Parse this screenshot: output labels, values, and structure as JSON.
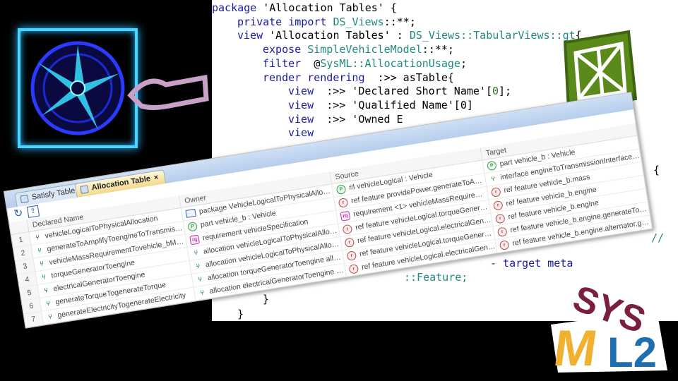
{
  "code": {
    "lines": [
      {
        "indent": 0,
        "parts": [
          [
            "kw",
            "package "
          ],
          [
            "",
            "'Allocation Tables' {"
          ]
        ]
      },
      {
        "indent": 1,
        "parts": [
          [
            "kw",
            "private import "
          ],
          [
            "ty",
            "DS_Views"
          ],
          [
            "",
            "::**;"
          ]
        ]
      },
      {
        "indent": 1,
        "parts": [
          [
            "kw",
            "view "
          ],
          [
            "",
            "'Allocation Tables' : "
          ],
          [
            "ty",
            "DS_Views::TabularViews::gt"
          ],
          [
            "",
            "{"
          ]
        ]
      },
      {
        "indent": 2,
        "parts": [
          [
            "kw",
            "expose "
          ],
          [
            "ty",
            "SimpleVehicleModel"
          ],
          [
            "",
            "::**;"
          ]
        ]
      },
      {
        "indent": 2,
        "parts": [
          [
            "kw",
            "filter  "
          ],
          [
            "",
            "@"
          ],
          [
            "ty",
            "SysML::AllocationUsage"
          ],
          [
            "",
            ";"
          ]
        ]
      },
      {
        "indent": 2,
        "parts": [
          [
            "kw",
            "render rendering  "
          ],
          [
            "",
            ":>> asTable{"
          ]
        ]
      },
      {
        "indent": 3,
        "parts": [
          [
            "kw",
            "view  "
          ],
          [
            "",
            ":>> 'Declared Short Name'["
          ],
          [
            "nm",
            "0"
          ],
          [
            "",
            "];"
          ]
        ]
      },
      {
        "indent": 3,
        "parts": [
          [
            "kw",
            "view  "
          ],
          [
            "",
            ":>> 'Qualified Name'[0]"
          ]
        ]
      },
      {
        "indent": 3,
        "parts": [
          [
            "kw",
            "view  "
          ],
          [
            "",
            ":>> 'Owned E"
          ]
        ]
      },
      {
        "indent": 3,
        "parts": [
          [
            "kw",
            "view"
          ]
        ]
      }
    ],
    "fragments": {
      "brace1": "{",
      "target_meta": "- target meta",
      "feature": "::Feature;",
      "comment": "//",
      "close_inner": "}",
      "close_outer": "}"
    }
  },
  "table": {
    "tabs": [
      {
        "label": "Satisfy Table",
        "active": false
      },
      {
        "label": "Allocation Table",
        "active": true,
        "close": "×"
      }
    ],
    "toolbar": {
      "refresh": "↻",
      "export": "⇪"
    },
    "columns": [
      "",
      "Declared Name",
      "Owner",
      "Source",
      "Target"
    ],
    "rows": [
      {
        "n": "1",
        "name": "vehicleLogicalToPhysicalAllocation",
        "owner": [
          "pkg",
          "package VehicleLogicalToPhysicalAllocation"
        ],
        "source": [
          "part",
          "#l vehicleLogical : Vehicle"
        ],
        "target": [
          "part",
          "part vehicle_b : Vehicle"
        ]
      },
      {
        "n": "2",
        "name": "generateToAmplifyToengineToTransmissionI...",
        "owner": [
          "part",
          "part vehicle_b : Vehicle"
        ],
        "source": [
          "ref",
          "ref feature providePower.generateToAmplify"
        ],
        "target": [
          "alloc",
          "interface engineToTransmissionInterface : E..."
        ]
      },
      {
        "n": "3",
        "name": "vehicleMassRequirementTovehicle_bMass",
        "owner": [
          "req",
          "requirement vehicleSpecification"
        ],
        "source": [
          "req",
          "requirement <1> vehicleMassRequirement : ..."
        ],
        "target": [
          "ref",
          "ref feature vehicle_b.mass"
        ]
      },
      {
        "n": "4",
        "name": "torqueGeneratorToengine",
        "owner": [
          "alloc",
          "allocation vehicleLogicalToPhysicalAllocation..."
        ],
        "source": [
          "ref",
          "ref feature vehicleLogical.torqueGenerator"
        ],
        "target": [
          "ref",
          "ref feature vehicle_b.engine"
        ]
      },
      {
        "n": "5",
        "name": "electricalGeneratorToengine",
        "owner": [
          "alloc",
          "allocation vehicleLogicalToPhysicalAllocation..."
        ],
        "source": [
          "ref",
          "ref feature vehicleLogical.electricalGenerator"
        ],
        "target": [
          "ref",
          "ref feature vehicle_b.engine"
        ]
      },
      {
        "n": "6",
        "name": "generateTorqueTogenerateTorque",
        "owner": [
          "alloc",
          "allocation torqueGeneratorToengine allocate ..."
        ],
        "source": [
          "ref",
          "ref feature vehicleLogical.torqueGenerator.g..."
        ],
        "target": [
          "ref",
          "ref feature vehicle_b.engine.generateTorque"
        ]
      },
      {
        "n": "7",
        "name": "generateElectricityTogenerateElectricity",
        "owner": [
          "alloc",
          "allocation electricalGeneratorToengine alloca..."
        ],
        "source": [
          "ref",
          "ref feature vehicleLogical.electricalGenerator..."
        ],
        "target": [
          "ref",
          "ref feature vehicle_b.engine.alternator.gener..."
        ]
      }
    ],
    "icon_glyphs": {
      "part": "P",
      "ref": "r",
      "req": "rq",
      "alloc": "⑂",
      "pkg": ""
    }
  },
  "logos": {
    "sysml": "SysML2"
  },
  "colors": {
    "keyword": "#1a1aa6",
    "type": "#1f8a80",
    "reel": "#4ad4ff",
    "green_logo": "#5a8a1a",
    "sysml_maroon": "#7a1f3d",
    "sysml_yellow": "#f0b030",
    "sysml_blue": "#1f6fb0"
  }
}
